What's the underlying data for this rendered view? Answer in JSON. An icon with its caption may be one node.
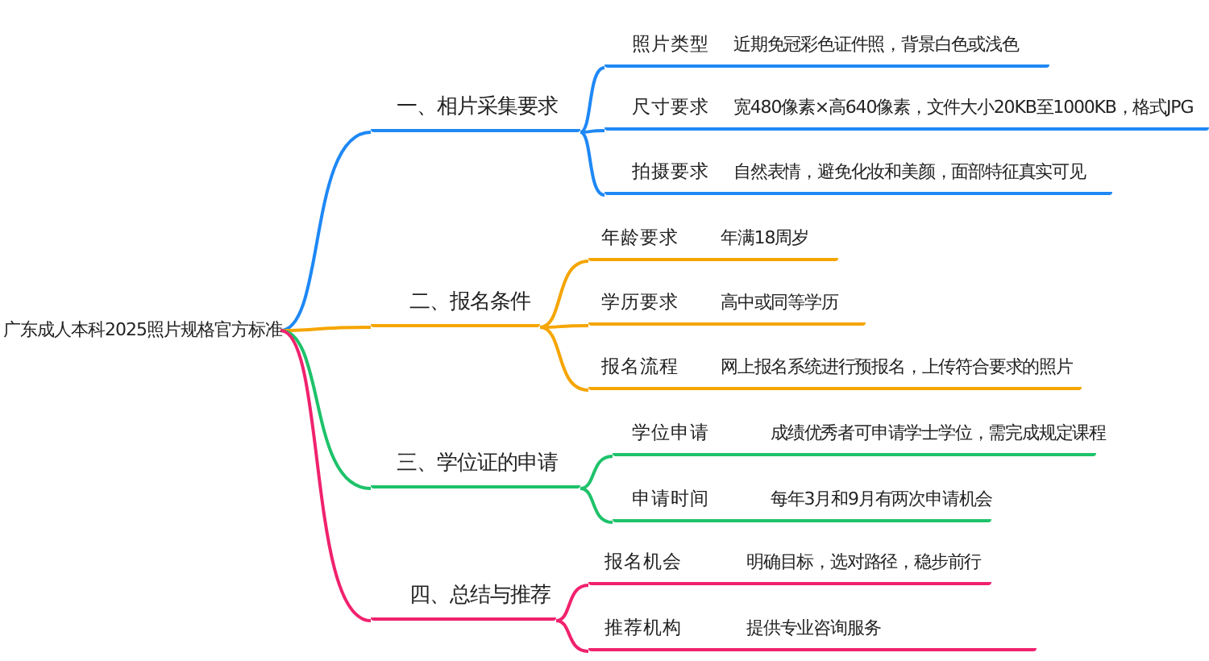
{
  "diagram": {
    "nodes": [
      {
        "text": [
          "广东成人本科2025照片规格官方标准"
        ]
      },
      {
        "text": [
          "一、相片采集要求"
        ]
      },
      {
        "text": [
          "照片类型",
          "近期免冠彩色证件照，背景白色或浅色"
        ]
      },
      {
        "text": [
          "尺寸要求",
          "宽480像素×高640像素，文件大小20KB至1000KB，格式JPG"
        ]
      },
      {
        "text": [
          "拍摄要求",
          "自然表情，避免化妆和美颜，面部特征真实可见"
        ]
      },
      {
        "text": [
          "二、报名条件"
        ]
      },
      {
        "text": [
          "年龄要求",
          "年满18周岁"
        ]
      },
      {
        "text": [
          "学历要求",
          "高中或同等学历"
        ]
      },
      {
        "text": [
          "报名流程",
          "网上报名系统进行预报名，上传符合要求的照片"
        ]
      },
      {
        "text": [
          "三、学位证的申请"
        ]
      },
      {
        "text": [
          "学位申请",
          "成绩优秀者可申请学士学位，需完成规定课程"
        ]
      },
      {
        "text": [
          "申请时间",
          "每年3月和9月有两次申请机会"
        ]
      },
      {
        "text": [
          "四、总结与推荐"
        ]
      },
      {
        "text": [
          "报名机会",
          "明确目标，选对路径，稳步前行"
        ]
      },
      {
        "text": [
          "推荐机构",
          "提供专业咨询服务"
        ]
      }
    ],
    "edges": [
      {
        "from": 0,
        "to": 1,
        "arrow": "none",
        "color": "#1e88f5"
      },
      {
        "from": 1,
        "to": 2,
        "arrow": "none",
        "color": "#1e88f5"
      },
      {
        "from": 1,
        "to": 3,
        "arrow": "none",
        "color": "#1e88f5"
      },
      {
        "from": 1,
        "to": 4,
        "arrow": "none",
        "color": "#1e88f5"
      },
      {
        "from": 0,
        "to": 5,
        "arrow": "none",
        "color": "#f5a500"
      },
      {
        "from": 5,
        "to": 6,
        "arrow": "none",
        "color": "#f5a500"
      },
      {
        "from": 5,
        "to": 7,
        "arrow": "none",
        "color": "#f5a500"
      },
      {
        "from": 5,
        "to": 8,
        "arrow": "none",
        "color": "#f5a500"
      },
      {
        "from": 0,
        "to": 9,
        "arrow": "none",
        "color": "#1ec26a"
      },
      {
        "from": 9,
        "to": 10,
        "arrow": "none",
        "color": "#1ec26a"
      },
      {
        "from": 9,
        "to": 11,
        "arrow": "none",
        "color": "#1ec26a"
      },
      {
        "from": 0,
        "to": 12,
        "arrow": "none",
        "color": "#f0226e"
      },
      {
        "from": 12,
        "to": 13,
        "arrow": "none",
        "color": "#f0226e"
      },
      {
        "from": 12,
        "to": 14,
        "arrow": "none",
        "color": "#f0226e"
      }
    ]
  }
}
